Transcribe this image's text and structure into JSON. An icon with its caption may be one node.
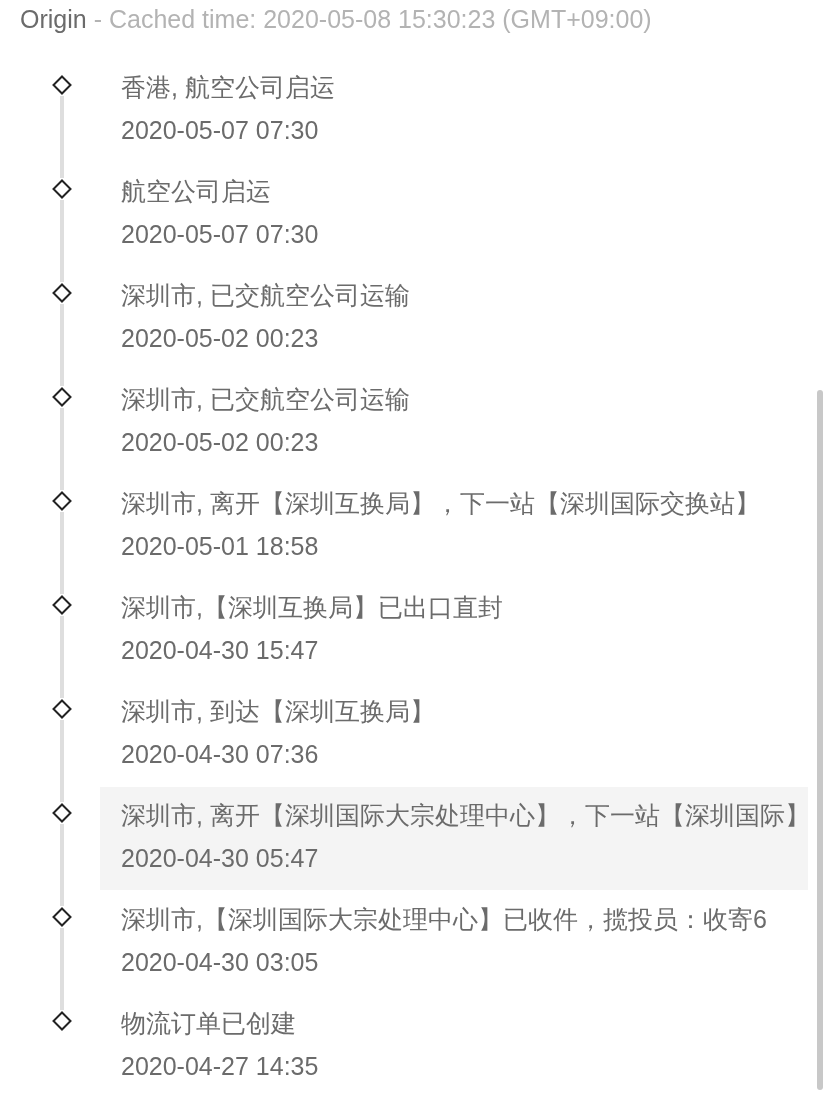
{
  "diagram": {
    "title": "Origin",
    "labels": [
      "- Cached time: 2020-05-08 15:30:23 (GMT+09:00)"
    ],
    "nodes": [
      {
        "text": [],
        "shape": "diamond",
        "beside": [
          "香港, 航空公司启运",
          "2020-05-07 07:30"
        ]
      },
      {
        "text": [],
        "shape": "diamond",
        "beside": [
          "航空公司启运",
          "2020-05-07 07:30"
        ]
      },
      {
        "text": [],
        "shape": "diamond",
        "beside": [
          "深圳市, 已交航空公司运输",
          "2020-05-02 00:23"
        ]
      },
      {
        "text": [],
        "shape": "diamond",
        "beside": [
          "深圳市, 已交航空公司运输",
          "2020-05-02 00:23"
        ]
      },
      {
        "text": [],
        "shape": "diamond",
        "beside": [
          "深圳市, 离开【深圳互换局】，下一站【深圳国际交换站】",
          "2020-05-01 18:58"
        ]
      },
      {
        "text": [],
        "shape": "diamond",
        "beside": [
          "深圳市,【深圳互换局】已出口直封",
          "2020-04-30 15:47"
        ]
      },
      {
        "text": [],
        "shape": "diamond",
        "beside": [
          "深圳市, 到达【深圳互换局】",
          "2020-04-30 07:36"
        ]
      },
      {
        "text": [],
        "shape": "diamond",
        "beside": [
          "深圳市, 离开【深圳国际大宗处理中心】，下一站【深圳国际】",
          "2020-04-30 05:47"
        ]
      },
      {
        "text": [],
        "shape": "diamond",
        "beside": [
          "深圳市,【深圳国际大宗处理中心】已收件，揽投员：收寄6",
          "2020-04-30 03:05"
        ]
      },
      {
        "text": [],
        "shape": "diamond",
        "beside": [
          "物流订单已创建",
          "2020-04-27 14:35"
        ]
      }
    ],
    "edges": [
      {
        "from": 0,
        "to": 1,
        "arrow": "none"
      },
      {
        "from": 1,
        "to": 2,
        "arrow": "none"
      },
      {
        "from": 2,
        "to": 3,
        "arrow": "none"
      },
      {
        "from": 3,
        "to": 4,
        "arrow": "none"
      },
      {
        "from": 4,
        "to": 5,
        "arrow": "none"
      },
      {
        "from": 5,
        "to": 6,
        "arrow": "none"
      },
      {
        "from": 6,
        "to": 7,
        "arrow": "none"
      },
      {
        "from": 7,
        "to": 8,
        "arrow": "none"
      },
      {
        "from": 8,
        "to": 9,
        "arrow": "none"
      }
    ]
  }
}
